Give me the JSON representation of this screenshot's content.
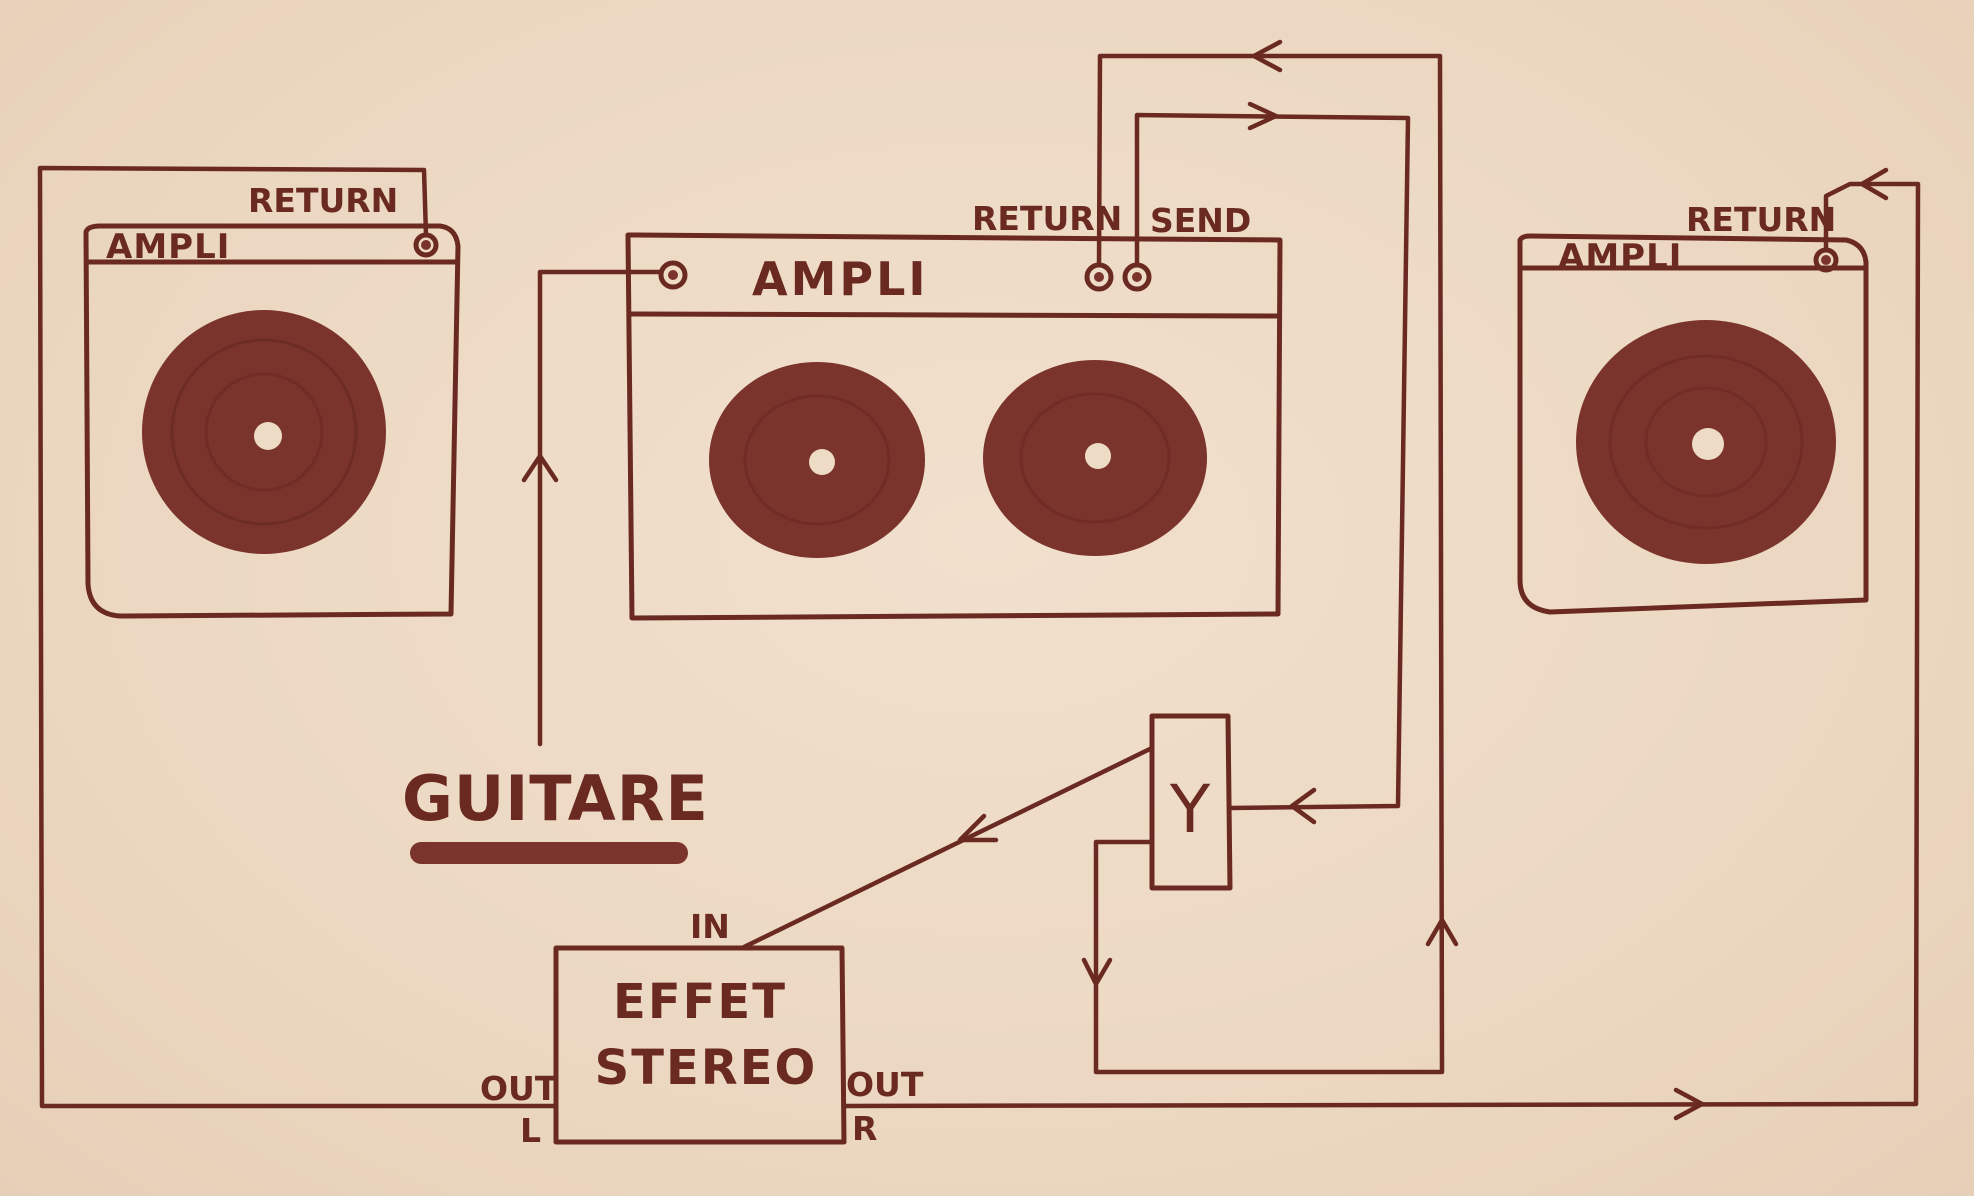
{
  "colors": {
    "ink": "#6a2a22",
    "speaker": "#7b342c",
    "paper": "#eedbc6"
  },
  "amps": {
    "left": {
      "title": "AMPLI",
      "jack_label": "RETURN"
    },
    "center": {
      "title": "AMPLI",
      "return_label": "RETURN",
      "send_label": "SEND"
    },
    "right": {
      "title": "AMPLI",
      "jack_label": "RETURN"
    }
  },
  "splitter": {
    "label": "Y"
  },
  "guitar": {
    "label": "GUITARE"
  },
  "effect": {
    "line1": "EFFET",
    "line2": "STEREO",
    "in_label": "IN",
    "out_left_label": "OUT",
    "out_left_side": "L",
    "out_right_label": "OUT",
    "out_right_side": "R"
  }
}
